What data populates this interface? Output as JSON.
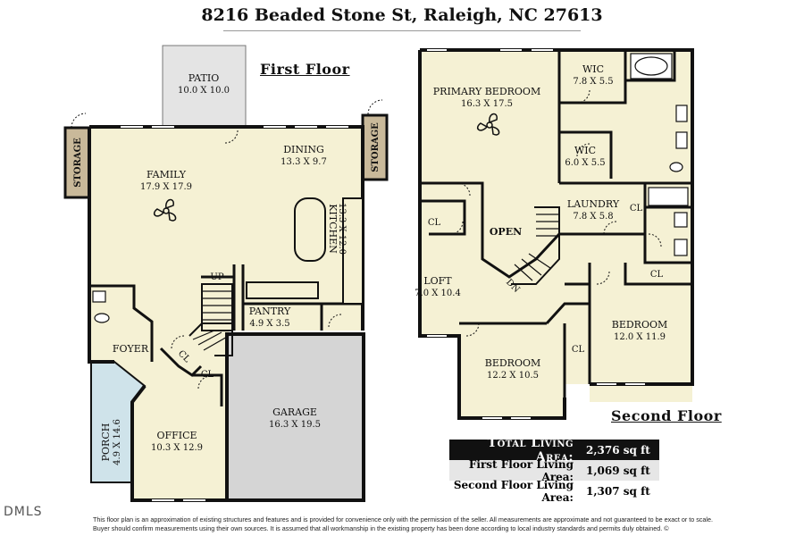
{
  "address": "8216 Beaded Stone St, Raleigh, NC 27613",
  "first_floor": {
    "title": "First Floor",
    "rooms": {
      "patio": {
        "name": "PATIO",
        "dims": "10.0 X 10.0"
      },
      "family": {
        "name": "FAMILY",
        "dims": "17.9 X 17.9"
      },
      "dining": {
        "name": "DINING",
        "dims": "13.3 X 9.7"
      },
      "kitchen": {
        "name": "KITCHEN",
        "dims": "13.3 X 12.0"
      },
      "pantry": {
        "name": "PANTRY",
        "dims": "4.9 X 3.5"
      },
      "foyer": {
        "name": "FOYER"
      },
      "porch": {
        "name": "PORCH",
        "dims": "4.9 X 14.6"
      },
      "office": {
        "name": "OFFICE",
        "dims": "10.3 X 12.9"
      },
      "garage": {
        "name": "GARAGE",
        "dims": "16.3 X 19.5"
      },
      "storage_left": {
        "name": "STORAGE"
      },
      "storage_right": {
        "name": "STORAGE"
      },
      "closet_foyer": {
        "name": "CL"
      },
      "closet_office": {
        "name": "CL"
      },
      "stairs_up": {
        "name": "UP"
      }
    }
  },
  "second_floor": {
    "title": "Second Floor",
    "rooms": {
      "primary_bedroom": {
        "name": "PRIMARY BEDROOM",
        "dims": "16.3 X 17.5"
      },
      "wic_upper": {
        "name": "WIC",
        "dims": "7.8 X 5.5"
      },
      "wic_lower": {
        "name": "WIC",
        "dims": "6.0 X 5.5"
      },
      "laundry": {
        "name": "LAUNDRY",
        "dims": "7.8 X 5.8"
      },
      "open": {
        "name": "OPEN"
      },
      "loft": {
        "name": "LOFT",
        "dims": "7.0 X 10.4"
      },
      "bedroom_right": {
        "name": "BEDROOM",
        "dims": "12.0 X 11.9"
      },
      "bedroom_bottom": {
        "name": "BEDROOM",
        "dims": "12.2 X 10.5"
      },
      "closet_loft": {
        "name": "CL"
      },
      "closet_laundry": {
        "name": "CL"
      },
      "closet_bedroom_right": {
        "name": "CL"
      },
      "closet_bedroom_bottom": {
        "name": "CL"
      },
      "stairs_down": {
        "name": "DN"
      }
    }
  },
  "summary": {
    "total_label": "Total Living Area:",
    "total_value": "2,376 sq ft",
    "first_label": "First Floor Living Area:",
    "first_value": "1,069 sq ft",
    "second_label": "Second Floor Living Area:",
    "second_value": "1,307 sq ft"
  },
  "watermark": "DMLS",
  "disclaimer": "This floor plan is an approximation of existing structures and features and is provided for convenience only with the permission of the seller.  All measurements are approximate and not guaranteed to be exact or to scale.  Buyer should confirm measurements using their own sources.  It is assumed that all workmanship in the existing property has been done according to local industry standards and permits duly obtained.  ©",
  "colors": {
    "floor_fill": "#f5f1d4",
    "garage_fill": "#d5d5d5",
    "porch_fill": "#cfe3ea",
    "storage_fill": "#c9b99a",
    "patio_fill": "#e4e4e4",
    "wall": "#111111"
  }
}
